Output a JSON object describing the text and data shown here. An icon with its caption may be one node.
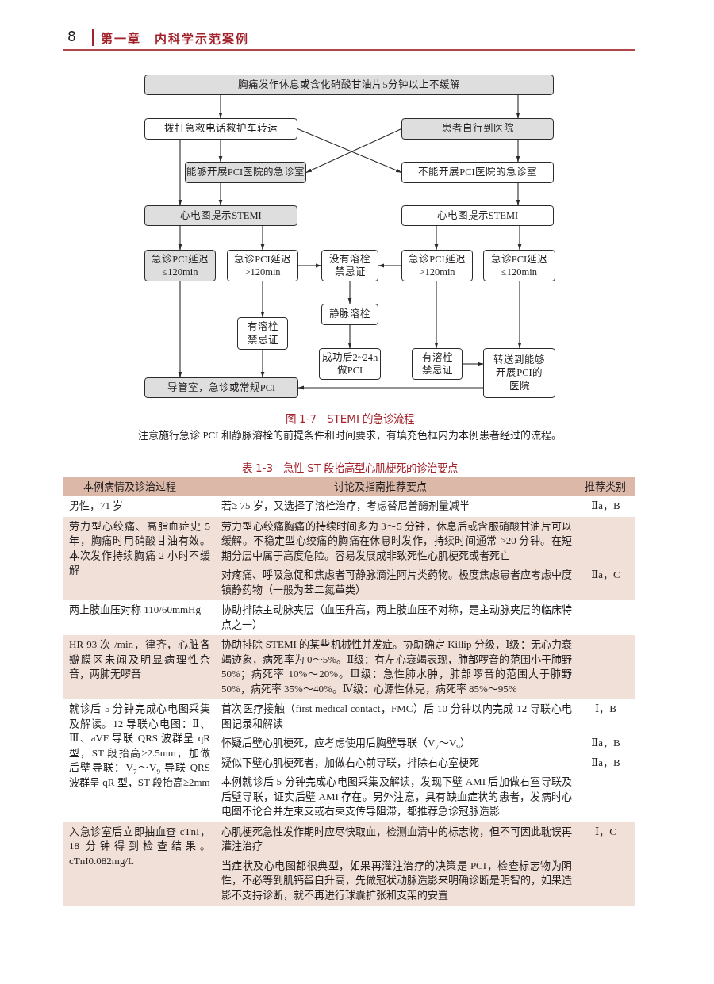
{
  "diagram": {
    "caption": "图 1-7　STEMI 的急诊流程",
    "nodes": [
      {
        "text": [
          "胸痛发作休息或含化硝酸甘油片5分钟以上不缓解"
        ]
      },
      {
        "text": [
          "拨打急救电话救护车转运"
        ]
      },
      {
        "text": [
          "患者自行到医院"
        ]
      },
      {
        "text": [
          "能够开展PCI医院的急诊室"
        ]
      },
      {
        "text": [
          "不能开展PCI医院的急诊室"
        ]
      },
      {
        "text": [
          "心电图提示STEMI"
        ]
      },
      {
        "text": [
          "心电图提示STEMI"
        ]
      },
      {
        "text": [
          "急诊PCI延迟≤120min"
        ]
      },
      {
        "text": [
          "急诊PCI延迟>120min"
        ]
      },
      {
        "text": [
          "没有溶栓禁忌证"
        ]
      },
      {
        "text": [
          "急诊PCI延迟>120min"
        ]
      },
      {
        "text": [
          "急诊PCI延迟≤120min"
        ]
      },
      {
        "text": [
          "静脉溶栓"
        ]
      },
      {
        "text": [
          "有溶栓禁忌证"
        ]
      },
      {
        "text": [
          "成功后2~24h做PCI"
        ]
      },
      {
        "text": [
          "有溶栓禁忌证"
        ]
      },
      {
        "text": [
          "转送到能够开展PCI的医院"
        ]
      },
      {
        "text": [
          "导管室，急诊或常规PCI"
        ]
      }
    ],
    "edges": [
      {
        "from": 0,
        "to": 1,
        "arrow": "to"
      },
      {
        "from": 0,
        "to": 2,
        "arrow": "to"
      },
      {
        "from": 1,
        "to": 3,
        "arrow": "to"
      },
      {
        "from": 1,
        "to": 5,
        "arrow": "to"
      },
      {
        "from": 1,
        "to": 4,
        "arrow": "to"
      },
      {
        "from": 2,
        "to": 3,
        "arrow": "to"
      },
      {
        "from": 2,
        "to": 4,
        "arrow": "to"
      },
      {
        "from": 3,
        "to": 5,
        "arrow": "to"
      },
      {
        "from": 4,
        "to": 6,
        "arrow": "to"
      },
      {
        "from": 5,
        "to": 7,
        "arrow": "to"
      },
      {
        "from": 5,
        "to": 8,
        "arrow": "to"
      },
      {
        "from": 6,
        "to": 10,
        "arrow": "to"
      },
      {
        "from": 6,
        "to": 11,
        "arrow": "to"
      },
      {
        "from": 8,
        "to": 9,
        "arrow": "to"
      },
      {
        "from": 10,
        "to": 9,
        "arrow": "to"
      },
      {
        "from": 8,
        "to": 13,
        "arrow": "to"
      },
      {
        "from": 9,
        "to": 12,
        "arrow": "to"
      },
      {
        "from": 12,
        "to": 14,
        "arrow": "to"
      },
      {
        "from": 10,
        "to": 15,
        "arrow": "to"
      },
      {
        "from": 11,
        "to": 16,
        "arrow": "to"
      },
      {
        "from": 15,
        "to": 16,
        "arrow": "to"
      },
      {
        "from": 7,
        "to": 17,
        "arrow": "to"
      },
      {
        "from": 13,
        "to": 17,
        "arrow": "to"
      },
      {
        "from": 16,
        "to": 17,
        "arrow": "to"
      }
    ],
    "labels": [
      "8",
      "第一章　内科学示范案例",
      "注意施行急诊 PCI 和静脉溶栓的前提条件和时间要求，有填充色框内为本例患者经过的流程。",
      "表 1-3　急性 ST 段抬高型心肌梗死的诊治要点",
      "本例病情及诊治过程",
      "讨论及指南推荐要点",
      "推荐类别",
      "男性，71 岁",
      "若≥ 75 岁，又选择了溶栓治疗，考虑替尼普酶剂量减半",
      "Ⅱa，B",
      "劳力型心绞痛、高脂血症史 5 年，胸痛时用硝酸甘油有效。本次发作持续胸痛 2 小时不缓解",
      "劳力型心绞痛胸痛的持续时间多为 3～5 分钟，休息后或含服硝酸甘油片可以缓解。不稳定型心绞痛的胸痛在休息时发作，持续时间通常 >20 分钟。在短期分层中属于高度危险。容易发展成非致死性心肌梗死或者死亡",
      "对疼痛、呼吸急促和焦虑者可静脉滴注阿片类药物。极度焦虑患者应考虑中度镇静药物（一般为苯二氮䓬类）",
      "Ⅱa，C",
      "两上肢血压对称 110/60mmHg",
      "协助排除主动脉夹层（血压升高，两上肢血压不对称，是主动脉夹层的临床特点之一）",
      "HR 93 次 /min，律齐，心脏各瓣膜区未闻及明显病理性杂音，两肺无啰音",
      "协助排除 STEMI 的某些机械性并发症。协助确定 Killip 分级，Ⅰ级：无心力衰竭迹象，病死率为 0～5%。Ⅱ级：有左心衰竭表现，肺部啰音的范围小于肺野 50%；病死率 10%～20%。Ⅲ级：急性肺水肿，肺部啰音的范围大于肺野 50%，病死率 35%～40%。Ⅳ级：心源性休克，病死率 85%～95%",
      "就诊后 5 分钟完成心电图采集及解读。12 导联心电图：Ⅱ、Ⅲ、aVF 导联 QRS 波群呈 qR 型，ST 段抬高≥2.5mm，加做后壁导联：V$_{7}$～V$_{9}$ 导联 QRS 波群呈 qR 型，ST 段抬高≥2mm",
      "首次医疗接触（first medical contact，FMC）后 10 分钟以内完成 12 导联心电图记录和解读",
      "Ⅰ，B",
      "怀疑后壁心肌梗死，应考虑使用后胸壁导联（V$_{7}$～V$_{9}$）",
      "Ⅱa，B",
      "疑似下壁心肌梗死者，加做右心前导联，排除右心室梗死",
      "Ⅱa，B",
      "本例就诊后 5 分钟完成心电图采集及解读，发现下壁 AMI 后加做右室导联及后壁导联，证实后壁 AMI 存在。另外注意，具有缺血症状的患者，发病时心电图不论合并左束支或右束支传导阻滞，都推荐急诊冠脉造影",
      "入急诊室后立即抽血查 cTnI，18 分钟得到检查结果。cTnI0.082mg/L",
      "心肌梗死急性发作期时应尽快取血，检测血清中的标志物，但不可因此耽误再灌注治疗",
      "Ⅰ，C",
      "当症状及心电图都很典型，如果再灌注治疗的决策是 PCI，检查标志物为阴性，不必等到肌钙蛋白升高，先做冠状动脉造影来明确诊断是明智的，如果造影不支持诊断，就不再进行球囊扩张和支架的安置"
    ]
  }
}
